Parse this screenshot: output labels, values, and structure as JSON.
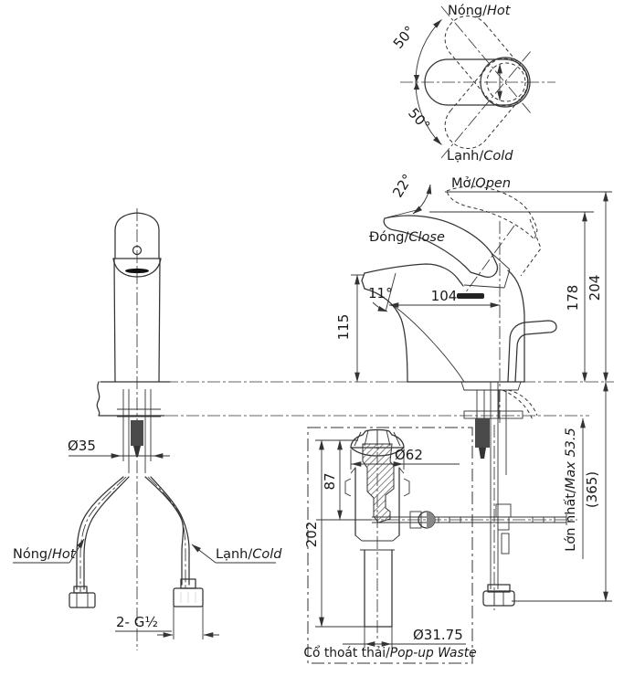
{
  "colors": {
    "line": "#333333",
    "text": "#1a1a1a",
    "bg": "#ffffff"
  },
  "top_view": {
    "hot_vi": "Nóng/",
    "hot_en": "Hot",
    "cold_vi": "Lạnh/",
    "cold_en": "Cold",
    "angle_upper": "50°",
    "angle_lower": "50°"
  },
  "side_view": {
    "open_vi": "Mở/",
    "open_en": "Open",
    "close_vi": "Đóng/",
    "close_en": "Close",
    "handle_angle": "22°",
    "spout_angle": "11°",
    "spout_reach": "104",
    "spout_height": "115",
    "height_closed": "178",
    "height_open": "204",
    "max_deck_vi": "Lớn nhất/",
    "max_deck_en": "Max 53.5",
    "overall_height": "(365)"
  },
  "front_view": {
    "body_diameter": "Ø35",
    "hot_vi": "Nóng/",
    "hot_en": "Hot",
    "cold_vi": "Lạnh/",
    "cold_en": "Cold",
    "thread_spec": "2- G½"
  },
  "popup_waste": {
    "title_vi": "Cổ thoát thải/",
    "title_en": "Pop-up Waste",
    "plug_depth": "87",
    "overall_length": "202",
    "flange_diameter": "Ø62",
    "pipe_diameter": "Ø31.75"
  }
}
